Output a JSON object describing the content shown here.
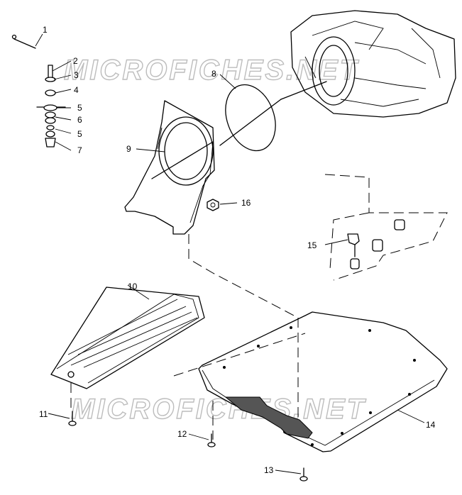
{
  "watermark": "MICROFICHES.NET",
  "callouts": [
    "1",
    "2",
    "3",
    "4",
    "5",
    "6",
    "5",
    "7",
    "8",
    "9",
    "16",
    "15",
    "10",
    "11",
    "12",
    "13",
    "14"
  ]
}
